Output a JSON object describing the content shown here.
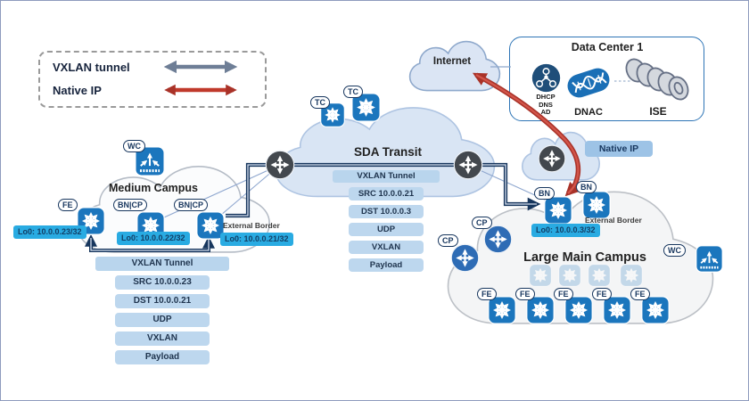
{
  "legend": {
    "vxlan": "VXLAN tunnel",
    "native": "Native IP"
  },
  "medium_campus": {
    "title": "Medium Campus",
    "wc_badge": "WC",
    "fe_badge": "FE",
    "bncp1_badge": "BN|CP",
    "bncp2_badge": "BN|CP",
    "external_border": "External Border",
    "lo_fe": "Lo0: 10.0.0.23/32",
    "lo_bncp1": "Lo0: 10.0.0.22/32",
    "lo_bncp2": "Lo0: 10.0.0.21/32",
    "tunnel_table": {
      "header": "VXLAN Tunnel",
      "rows": [
        "SRC 10.0.0.23",
        "DST 10.0.0.21",
        "UDP",
        "VXLAN",
        "Payload"
      ]
    }
  },
  "sda_transit": {
    "title": "SDA Transit",
    "tc1_badge": "TC",
    "tc2_badge": "TC",
    "tunnel_table": {
      "header": "VXLAN Tunnel",
      "rows": [
        "SRC 10.0.0.21",
        "DST 10.0.0.3",
        "UDP",
        "VXLAN",
        "Payload"
      ]
    }
  },
  "internet": {
    "title": "Internet"
  },
  "data_center": {
    "title": "Data Center 1",
    "services": [
      "DHCP",
      "DNS",
      "AD"
    ],
    "dnac_label": "DNAC",
    "ise_label": "ISE"
  },
  "native_ip_tag": "Native IP",
  "large_campus": {
    "title": "Large Main Campus",
    "bn1_badge": "BN",
    "bn2_badge": "BN",
    "external_border": "External Border",
    "lo_bn": "Lo0: 10.0.0.3/32",
    "cp1_badge": "CP",
    "cp2_badge": "CP",
    "fe_badges": [
      "FE",
      "FE",
      "FE",
      "FE",
      "FE"
    ],
    "wc_badge": "WC"
  },
  "colors": {
    "switch_blue": "#1b76bd",
    "router_dark": "#43484e",
    "cp_blue": "#2e6cb5",
    "tunnel_navy": "#17365d",
    "native_red": "#a93228",
    "label_cyan": "#29abe2",
    "table_blue": "#bdd7ee"
  }
}
